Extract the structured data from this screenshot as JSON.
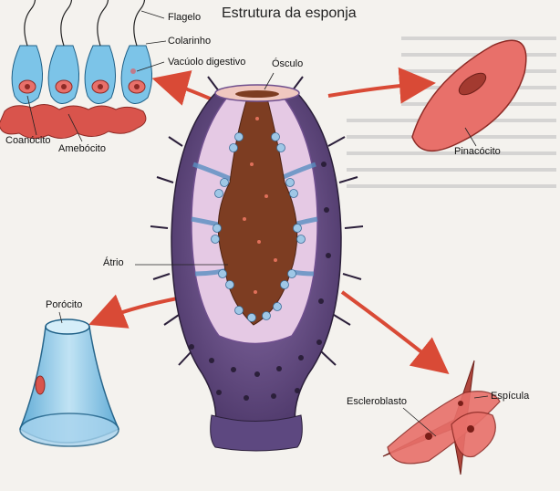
{
  "title": "Estrutura da esponja",
  "labels": {
    "flagelo": "Flagelo",
    "colarinho": "Colarinho",
    "vacuolo": "Vacúolo digestivo",
    "osculo": "Ósculo",
    "coanocito": "Coanócito",
    "amebocito": "Amebócito",
    "pinacocito": "Pinacócito",
    "atrio": "Átrio",
    "porocito": "Porócito",
    "escleroblasto": "Escleroblasto",
    "espicula": "Espícula"
  },
  "colors": {
    "sponge_body": "#6f4f8e",
    "atrium": "#7d3d22",
    "choanocyte": "#7cc4e8",
    "cell_red": "#e8706a",
    "arrow": "#d94a36"
  }
}
